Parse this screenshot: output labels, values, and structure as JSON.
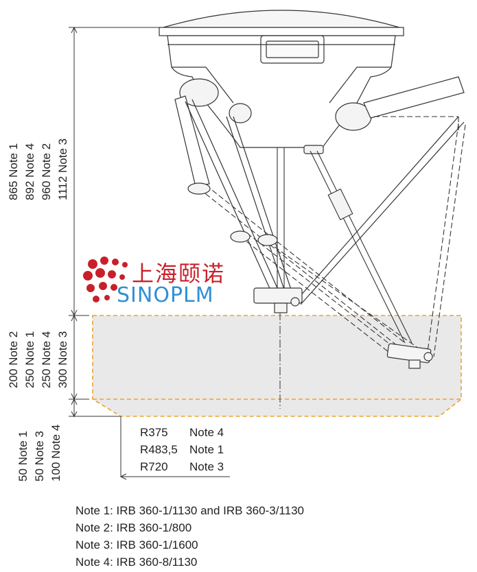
{
  "vertical_labels": {
    "height_group": [
      "865  Note 1",
      "892  Note 4",
      "960  Note 2",
      "1112 Note 3"
    ],
    "stroke_group": [
      "200 Note 2",
      "250 Note 1",
      "250 Note 4",
      "300 Note 3"
    ],
    "bottom_group": [
      "50  Note 1",
      "50  Note 3",
      "100 Note 4"
    ]
  },
  "radii": [
    {
      "value": "R375",
      "note": "Note 4"
    },
    {
      "value": "R483,5",
      "note": "Note 1"
    },
    {
      "value": "R720",
      "note": "Note 3"
    }
  ],
  "notes": [
    "Note 1: IRB 360-1/1130 and IRB 360-3/1130",
    "Note 2: IRB 360-1/800",
    "Note 3: IRB 360-1/1600",
    "Note 4: IRB 360-8/1130"
  ],
  "logo": {
    "chinese": "上海颐诺",
    "latin": "SINOPLM"
  },
  "colors": {
    "workspace_fill": "#e9e9e9",
    "workspace_border": "#f0a030",
    "line": "#333333",
    "logo_red": "#c8202b",
    "logo_blue": "#2f8fd6"
  }
}
